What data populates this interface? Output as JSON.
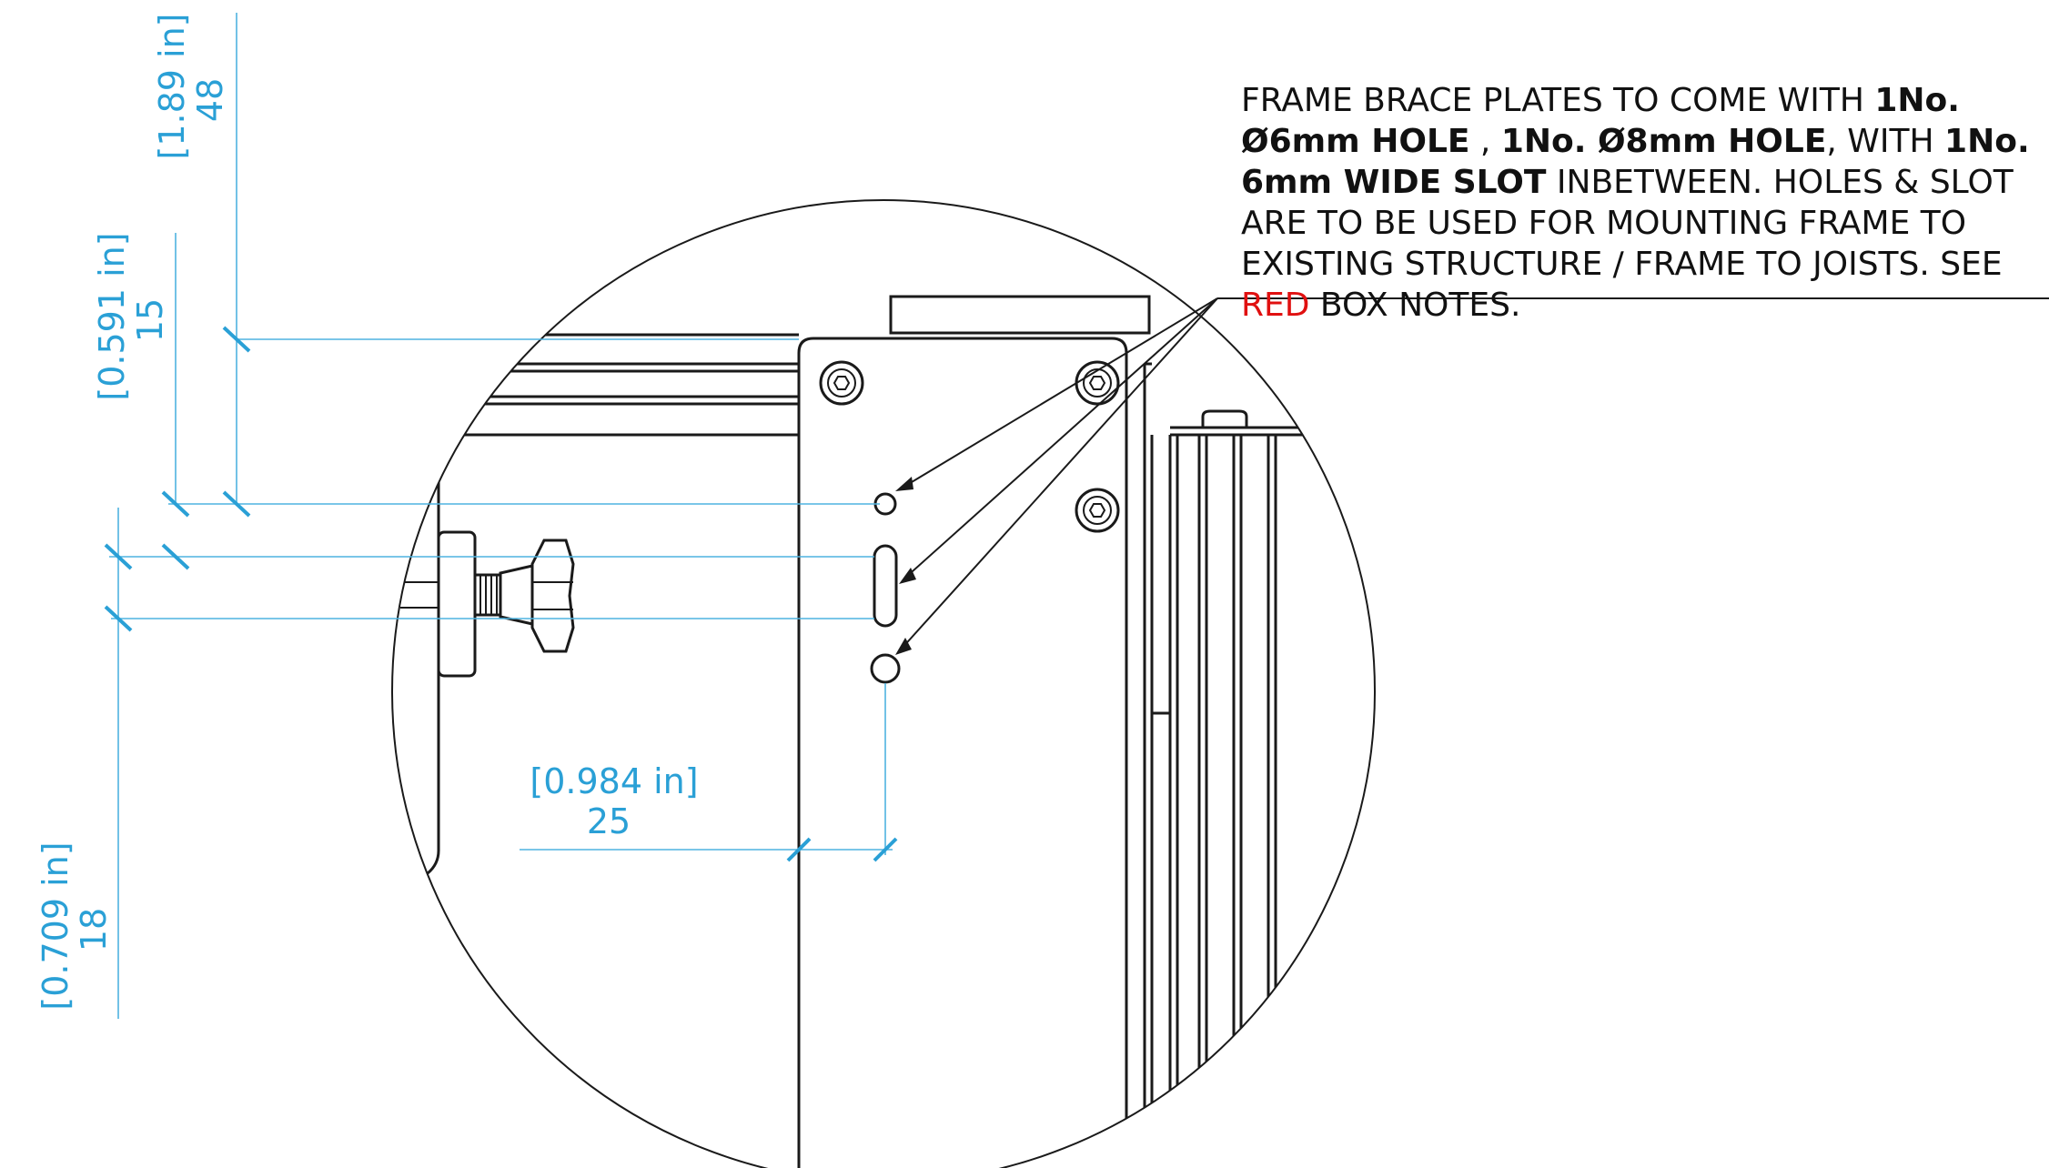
{
  "note": {
    "t1": "FRAME BRACE PLATES TO COME WITH ",
    "b1": "1No. Ø6mm HOLE",
    "t2": " , ",
    "b2": "1No. Ø8mm HOLE",
    "t3": ", WITH ",
    "b3": "1No. 6mm WIDE SLOT",
    "t4": " INBETWEEN. HOLES & SLOT ARE TO BE USED FOR MOUNTING FRAME TO EXISTING STRUCTURE / FRAME TO JOISTS. SEE ",
    "red": "RED",
    "t5": " BOX NOTES.",
    "red_color": "#e01010"
  },
  "dimensions": {
    "d48": {
      "imperial": "[1.89 in]",
      "metric": "48"
    },
    "d15": {
      "imperial": "[0.591 in]",
      "metric": "15"
    },
    "d18": {
      "imperial": "[0.709 in]",
      "metric": "18"
    },
    "d25": {
      "imperial": "[0.984 in]",
      "metric": "25"
    }
  },
  "colors": {
    "dimension": "#2aa0d6",
    "outline": "#1a1a1a"
  }
}
